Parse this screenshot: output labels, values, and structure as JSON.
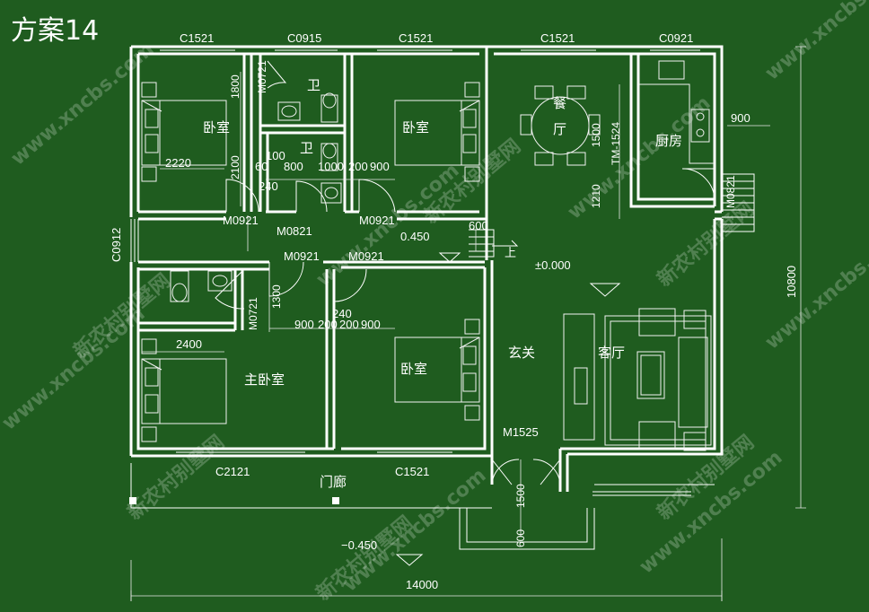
{
  "title": "方案14",
  "colors": {
    "background": "#1f5c1f",
    "lines": "#ffffff",
    "watermark": "#ffffff"
  },
  "watermark": [
    "www.xncbs.com",
    "新农村别墅网"
  ],
  "rooms": {
    "bedroom_tl": "卧室",
    "bath_top": "卫",
    "bath_mid": "卫",
    "bedroom_tm": "卧室",
    "dining_1": "餐",
    "dining_2": "厅",
    "kitchen": "厨房",
    "master": "主卧室",
    "bedroom_bm": "卧室",
    "foyer": "玄关",
    "living": "客厅",
    "porch": "门廊"
  },
  "windows": {
    "w1": "C1521",
    "w2": "C0915",
    "w3": "C1521",
    "w4": "C1521",
    "w5": "C0921",
    "w6": "C0912",
    "w7": "C2121",
    "w8": "C1521"
  },
  "doors": {
    "d1": "M0921",
    "d2": "M0821",
    "d3": "M0921",
    "d4": "M0921",
    "d5": "M0921",
    "d6": "M0721",
    "d7": "M0721",
    "d8": "M0821",
    "d9": "M1525",
    "tm": "TM-1524"
  },
  "dims": {
    "d1800": "1800",
    "d2100": "2100",
    "d2220": "2220",
    "d60": "60",
    "d100": "100",
    "d800": "800",
    "d240a": "240",
    "d1000": "1000",
    "d200": "200",
    "d900a": "900",
    "d1500": "1500",
    "d1210": "1210",
    "d900k": "900",
    "d600a": "600",
    "d1300": "1300",
    "d2400": "2400",
    "d240b": "240",
    "d900b": "900",
    "d200b": "200",
    "d200c": "200",
    "d900c": "900",
    "d1500b": "1500",
    "d600b": "600",
    "d10800": "10800",
    "d14000": "14000"
  },
  "levels": {
    "upper": "0.450",
    "floor": "±0.000",
    "lower": "−0.450",
    "step": "上"
  }
}
